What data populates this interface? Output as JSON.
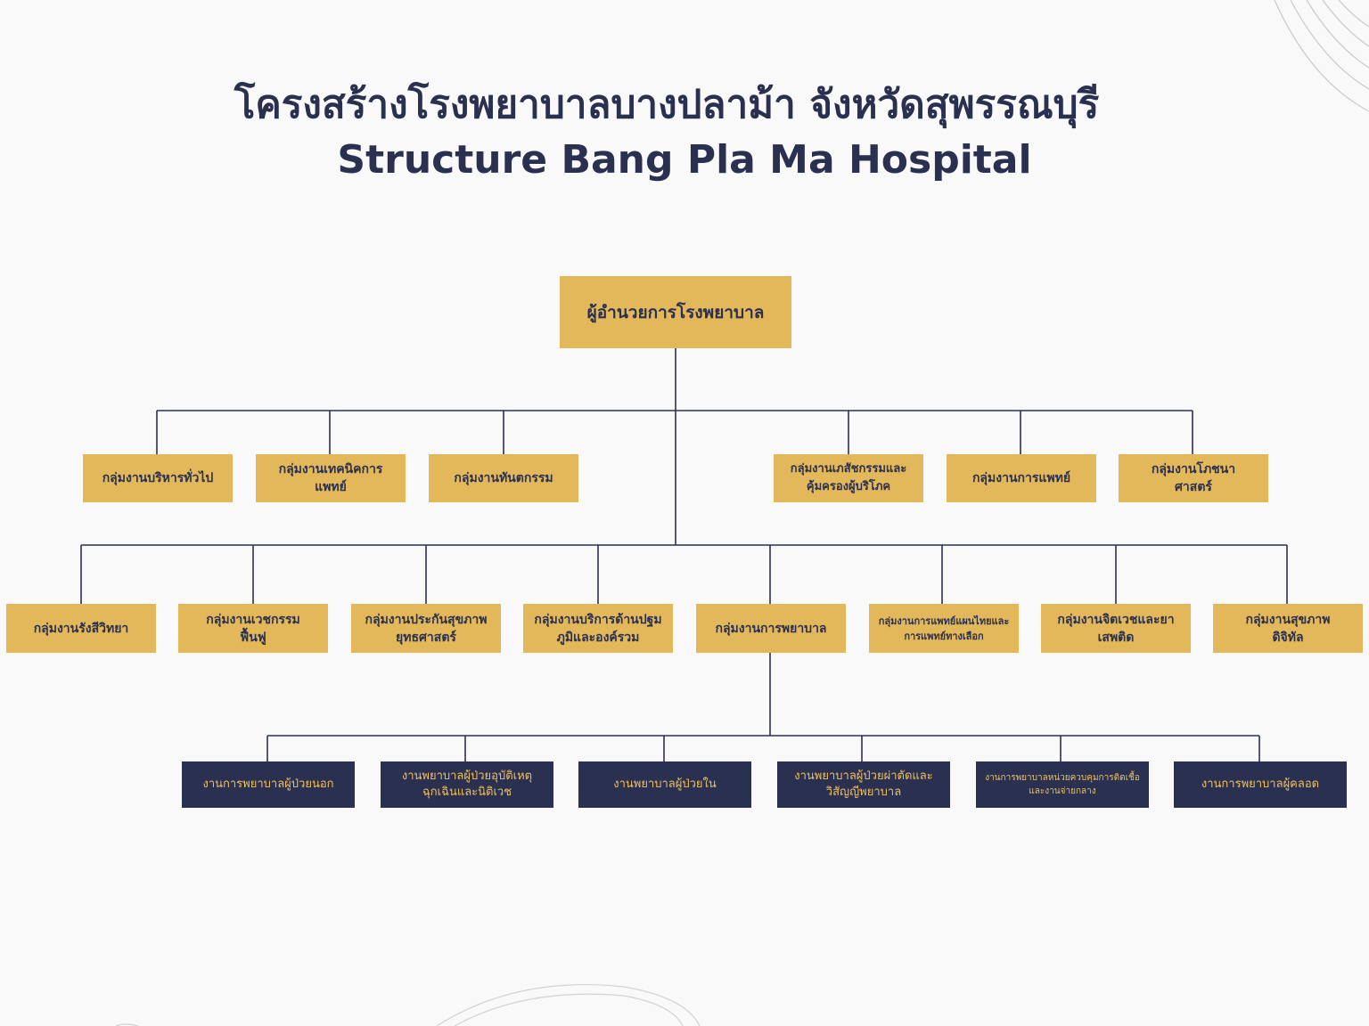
{
  "title": {
    "thai": "โครงสร้างโรงพยาบาลบางปลาม้า จังหวัดสุพรรณบุรี",
    "english": "Structure Bang Pla Ma Hospital"
  },
  "colors": {
    "background": "#f9f9f9",
    "title": "#2a3050",
    "gold_box": "#e2b85a",
    "navy_box": "#2a3050",
    "navy_text": "#f0c060",
    "connector": "#2a3050"
  },
  "director": {
    "label": "ผู้อำนวยการโรงพยาบาล"
  },
  "level1": [
    {
      "label": "กลุ่มงานบริหารทั่วไป"
    },
    {
      "label": "กลุ่มงานเทคนิคการแพทย์"
    },
    {
      "label": "กลุ่มงานทันตกรรม"
    },
    {
      "label": "กลุ่มงานเภสัชกรรมและคุ้มครองผู้บริโภค"
    },
    {
      "label": "กลุ่มงานการแพทย์"
    },
    {
      "label": "กลุ่มงานโภชนาศาสตร์"
    }
  ],
  "level2": [
    {
      "label": "กลุ่มงานรังสีวิทยา"
    },
    {
      "label": "กลุ่มงานเวชกรรมฟื้นฟู"
    },
    {
      "label": "กลุ่มงานประกันสุขภาพยุทธศาสตร์"
    },
    {
      "label": "กลุ่มงานบริการด้านปฐมภูมิและองค์รวม"
    },
    {
      "label": "กลุ่มงานการพยาบาล"
    },
    {
      "label": "กลุ่มงานการแพทย์แผนไทยและการแพทย์ทางเลือก"
    },
    {
      "label": "กลุ่มงานจิตเวชและยาเสพติด"
    },
    {
      "label": "กลุ่มงานสุขภาพดิจิทัล"
    }
  ],
  "nursing_units": [
    {
      "label": "งานการพยาบาลผู้ป่วยนอก"
    },
    {
      "label": "งานพยาบาลผู้ป่วยอุบัติเหตุฉุกเฉินและนิติเวช"
    },
    {
      "label": "งานพยาบาลผู้ป่วยใน"
    },
    {
      "label": "งานพยาบาลผู้ป่วยผ่าตัดและวิสัญญีพยาบาล"
    },
    {
      "label": "งานการพยาบาลหน่วยควบคุมการติดเชื้อและงานจ่ายกลาง"
    },
    {
      "label": "งานการพยาบาลผู้คลอด"
    }
  ]
}
